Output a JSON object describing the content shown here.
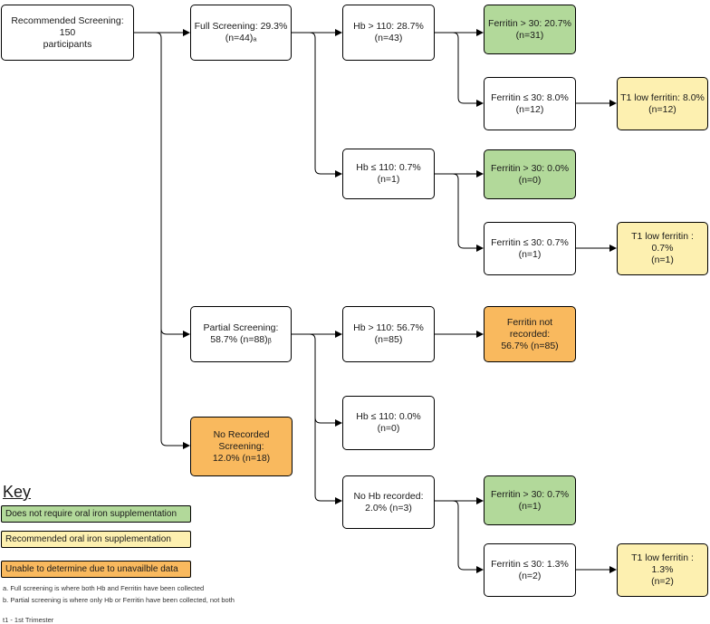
{
  "colors": {
    "no_supplement": "#b2d99a",
    "supplement": "#fdf0b0",
    "unable": "#f9b95e",
    "neutral": "#ffffff"
  },
  "boxes": {
    "recommended": "Recommended Screening: 150\nparticipants",
    "full": "Full Screening: 29.3%\n(n=44)ₐ",
    "partial": "Partial Screening:\n58.7% (n=88)ᵦ",
    "no_recorded": "No Recorded Screening:\n12.0% (n=18)",
    "full_hb_high": "Hb > 110: 28.7%\n(n=43)",
    "full_hb_low": "Hb ≤ 110: 0.7% (n=1)",
    "partial_hb_high": "Hb > 110: 56.7%\n(n=85)",
    "partial_hb_low": "Hb ≤ 110: 0.0% (n=0)",
    "no_hb": "No Hb recorded:\n2.0% (n=3)",
    "fer_hi_1": "Ferritin > 30: 20.7%\n(n=31)",
    "fer_lo_1": "Ferritin ≤ 30: 8.0%\n(n=12)",
    "fer_hi_2": "Ferritin > 30: 0.0%\n(n=0)",
    "fer_lo_2": "Ferritin ≤ 30: 0.7%\n(n=1)",
    "fer_nr": "Ferritin not recorded:\n56.7% (n=85)",
    "fer_hi_3": "Ferritin > 30: 0.7%\n(n=1)",
    "fer_lo_3": "Ferritin ≤ 30: 1.3%\n(n=2)",
    "t1_1": "T1 low ferritin: 8.0%\n(n=12)",
    "t1_2": "T1 low ferritin : 0.7%\n(n=1)",
    "t1_3": "T1 low ferritin : 1.3%\n(n=2)"
  },
  "key": {
    "title": "Key",
    "no_supplement": "Does not require oral iron supplementation",
    "supplement": "Recommended oral iron supplementation",
    "unable": "Unable to determine due to unavailble data"
  },
  "notes": {
    "a": "a. Full screening is where both Hb and Ferritin have been collected",
    "b": "b. Partial screening is where only Hb or Ferritin have been collected, not both",
    "t1": "t1 - 1st Trimester"
  }
}
